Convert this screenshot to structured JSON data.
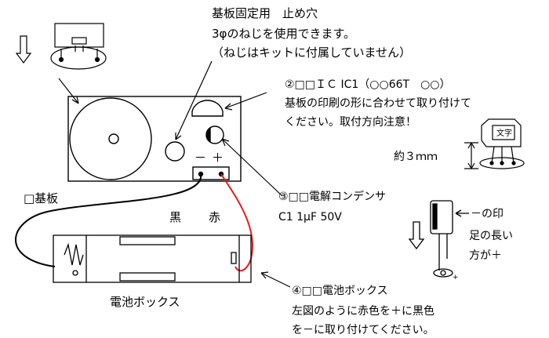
{
  "mount": {
    "title": "基板固定用　止め穴",
    "line2": "3φのねじを使用できます。",
    "line3": "（ねじはキットに付属していません）"
  },
  "ic": {
    "title": "②□□ＩＣ IC1（○○66T　○○）",
    "line2": "基板の印刷の形に合わせて取り付けて",
    "line3": "ください。取付方向注意！",
    "chip_text": "文字",
    "height_label": "約３ｍｍ"
  },
  "capacitor": {
    "title": "③□□電解コンデンサ",
    "spec": "C1 1μF 50V",
    "minus_mark": "－の印",
    "long_leg_1": "足の長い",
    "long_leg_2": "方が＋"
  },
  "board": {
    "label": "□基板",
    "terminal_minus": "－",
    "terminal_plus": "＋"
  },
  "wires": {
    "black": "黒",
    "red": "赤"
  },
  "battery": {
    "label": "電池ボックス",
    "title": "④□□電池ボックス",
    "line2": "左図のように赤色を＋に黒色",
    "line3": "を－に取り付けてください。"
  },
  "colors": {
    "red_wire": "#e02020",
    "black_wire": "#000000",
    "line": "#000000"
  }
}
